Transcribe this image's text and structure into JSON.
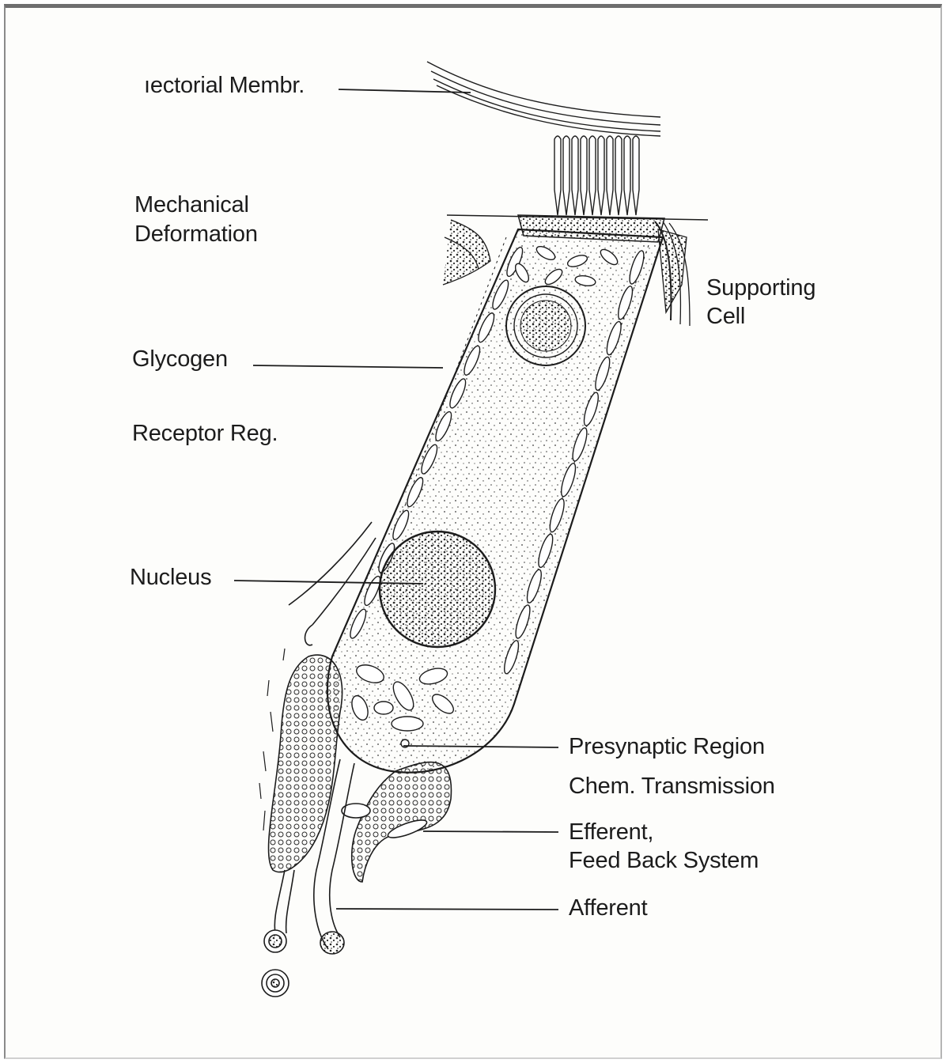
{
  "labels": {
    "tectorial": "ıectorial  Membr.",
    "mechanical_1": "Mechanical",
    "mechanical_2": "Deformation",
    "supporting_1": "Supporting",
    "supporting_2": "Cell",
    "glycogen": "Glycogen",
    "receptor": "Receptor Reg.",
    "nucleus": "Nucleus",
    "presynaptic": "Presynaptic Region",
    "chem": "Chem. Transmission",
    "efferent_1": "Efferent,",
    "efferent_2": "Feed Back System",
    "afferent": "Afferent"
  },
  "colors": {
    "ink": "#1c1c1c",
    "paper": "#fdfdfb",
    "stipple": "#3a3a3a"
  }
}
